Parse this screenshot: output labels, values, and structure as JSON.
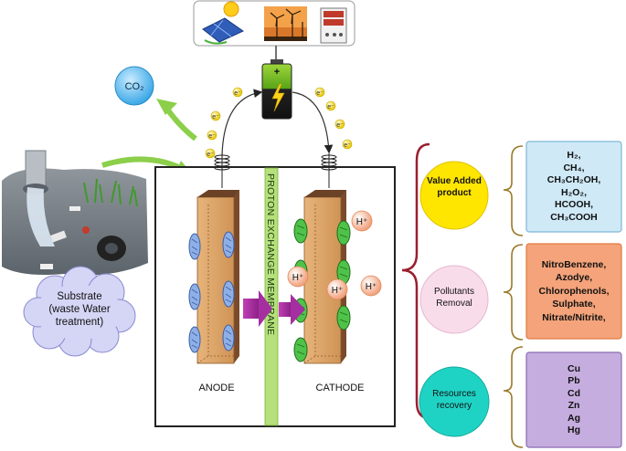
{
  "diagram": {
    "co2": "CO₂",
    "battery_plus": "+",
    "power_sources": [
      "solar-panel-icon",
      "wind-turbine-icon",
      "power-supply-icon"
    ],
    "electron": "e⁻",
    "proton": "H⁺",
    "membrane_label": "PROTON EXCHANGE MEMBRANE",
    "anode_label": "ANODE",
    "cathode_label": "CATHODE",
    "substrate_label": "Substrate (waste Water treatment)",
    "outcomes": [
      {
        "name": "Value Added product",
        "items": [
          "H₂,",
          "CH₄,",
          "CH₃CH₂OH,",
          "H₂O₂,",
          "HCOOH,",
          "CH₃COOH"
        ],
        "circle_color": "#ffe600",
        "box_color": "#cfe9f7",
        "box_border": "#7fb7d6"
      },
      {
        "name": "Pollutants Removal",
        "items": [
          "NitroBenzene,",
          "Azodye,",
          "Chlorophenols,",
          "Sulphate,",
          "Nitrate/Nitrite,"
        ],
        "circle_color": "#f9dcea",
        "box_color": "#f4a37a",
        "box_border": "#e07a40"
      },
      {
        "name": "Resources recovery",
        "items": [
          "Cu",
          "Pb",
          "Cd",
          "Zn",
          "Ag",
          "Hg"
        ],
        "circle_color": "#1fd3c4",
        "box_color": "#c6addf",
        "box_border": "#8c6bb0"
      }
    ]
  }
}
